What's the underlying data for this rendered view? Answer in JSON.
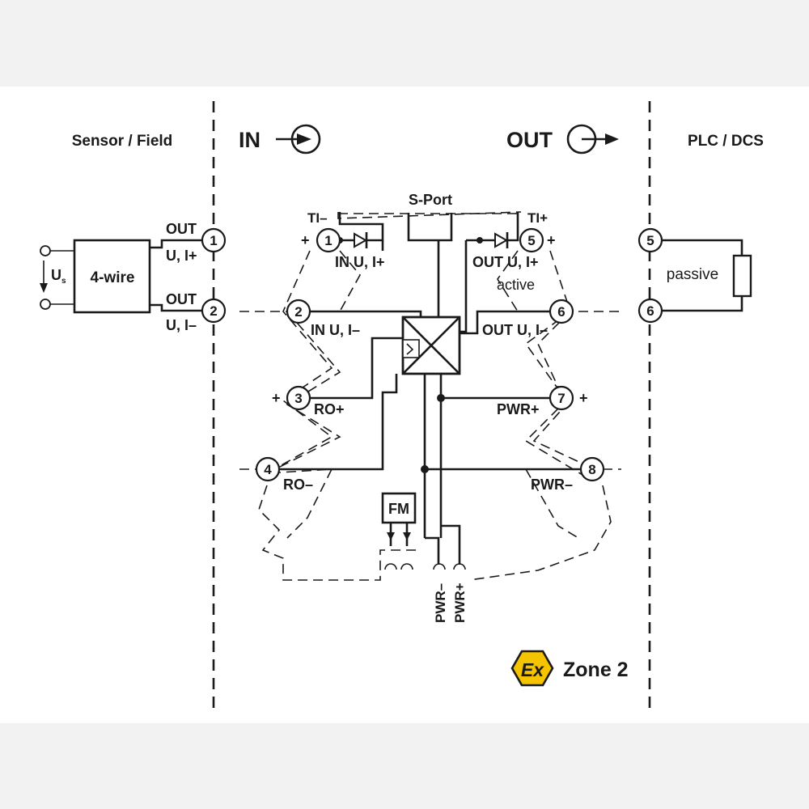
{
  "sections": {
    "sensor_field": "Sensor / Field",
    "in": "IN",
    "out": "OUT",
    "plc_dcs": "PLC / DCS"
  },
  "field_device": {
    "name": "4-wire",
    "supply": "U",
    "supply_sub": "s",
    "out1_top": "OUT",
    "out1_bottom": "U, I+",
    "out2_top": "OUT",
    "out2_bottom": "U, I–"
  },
  "module": {
    "s_port": "S-Port",
    "ti_minus": "TI–",
    "ti_plus": "TI+",
    "in_u_i_plus": "IN U, I+",
    "in_u_i_minus": "IN U, I–",
    "out_u_i_plus": "OUT U, I+",
    "active": "active",
    "out_u_i_minus": "OUT U, I–",
    "ro_plus": "RO+",
    "ro_minus": "RO–",
    "pwr_plus": "PWR+",
    "pwr_minus": "PWR–",
    "fm": "FM",
    "bus_pwr_minus": "PWR–",
    "bus_pwr_plus": "PWR+",
    "plus": "+",
    "minus": "–"
  },
  "terminals": {
    "t1": "1",
    "t2": "2",
    "t3": "3",
    "t4": "4",
    "t5": "5",
    "t6": "6",
    "t7": "7",
    "t8": "8"
  },
  "plc": {
    "t5": "5",
    "t6": "6",
    "load": "passive"
  },
  "zone": {
    "badge": "Ex",
    "label": "Zone 2",
    "color": "#f5c400"
  }
}
